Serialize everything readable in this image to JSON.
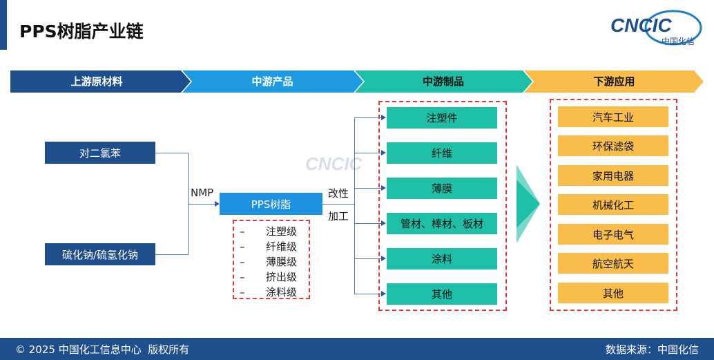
{
  "title": "PPS树脂产业链",
  "logo": {
    "text": "CNCIC",
    "subtext": "中国化信"
  },
  "stages": [
    "上游原材料",
    "中游产品",
    "中游制品",
    "下游应用"
  ],
  "raw_materials": [
    "对二氯苯",
    "硫化钠/硫氢化钠"
  ],
  "process_label": "NMP",
  "product": "PPS树脂",
  "grades": [
    "注塑级",
    "纤维级",
    "薄膜级",
    "挤出级",
    "涂料级"
  ],
  "grade_bullet": "–",
  "processing_labels": [
    "改性",
    "加工"
  ],
  "mid_products": [
    "注塑件",
    "纤维",
    "薄膜",
    "管材、棒材、板材",
    "涂料",
    "其他"
  ],
  "applications": [
    "汽车工业",
    "环保滤袋",
    "家用电器",
    "机械化工",
    "电子电气",
    "航空航天",
    "其他"
  ],
  "footer": {
    "copyright": "© 2025 中国化工信息中心  版权所有",
    "source": "数据来源：中国化信"
  },
  "colors": {
    "dark_blue": "#1f4e8c",
    "blue": "#1e9be0",
    "teal": "#1ebfa6",
    "orange": "#f8bd4b",
    "dash_red": "#e03a3a"
  }
}
